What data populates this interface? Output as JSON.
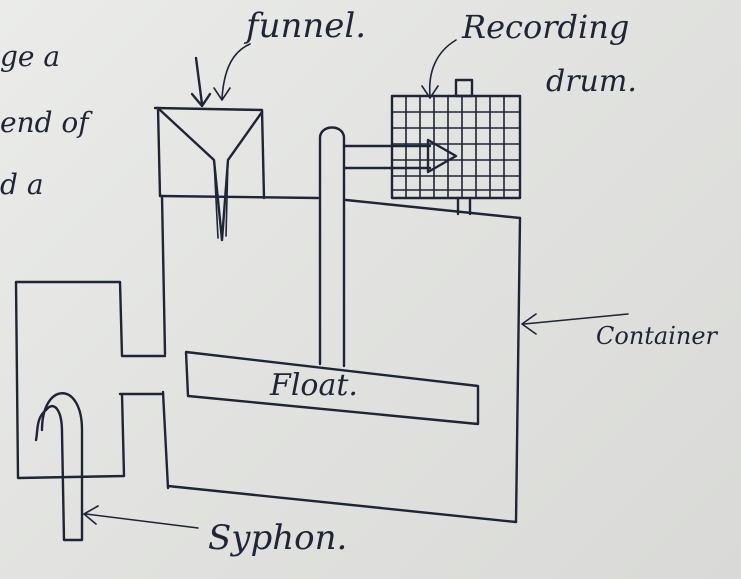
{
  "margin_notes": [
    "ge a",
    "end of",
    "d a"
  ],
  "labels": {
    "funnel": "funnel.",
    "recording_line1": "Recording",
    "recording_line2": "drum.",
    "container": "Container",
    "float": "Float.",
    "syphon": "Syphon."
  },
  "colors": {
    "ink": "#1f2436",
    "paper": "#e4e5e2"
  }
}
